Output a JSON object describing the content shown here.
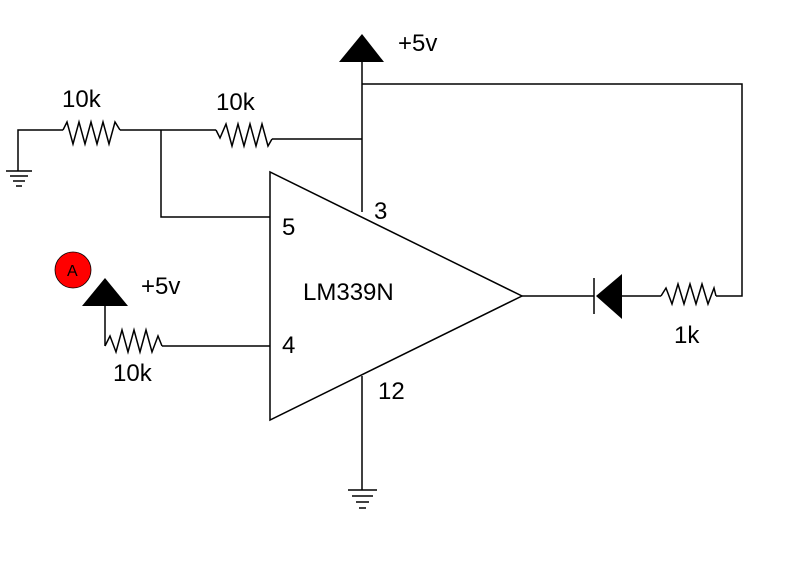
{
  "comparator": {
    "part": "LM339N",
    "pin_plus": "5",
    "pin_minus": "4",
    "pin_vcc": "3",
    "pin_gnd": "12"
  },
  "supplies": {
    "top": "+5v",
    "left": "+5v"
  },
  "resistors": {
    "r_ground_divider": "10k",
    "r_top_divider": "10k",
    "r_input": "10k",
    "r_led": "1k"
  },
  "probe": {
    "label": "A",
    "color": "#ff0000"
  },
  "colors": {
    "line": "#000000",
    "background": "#ffffff"
  }
}
